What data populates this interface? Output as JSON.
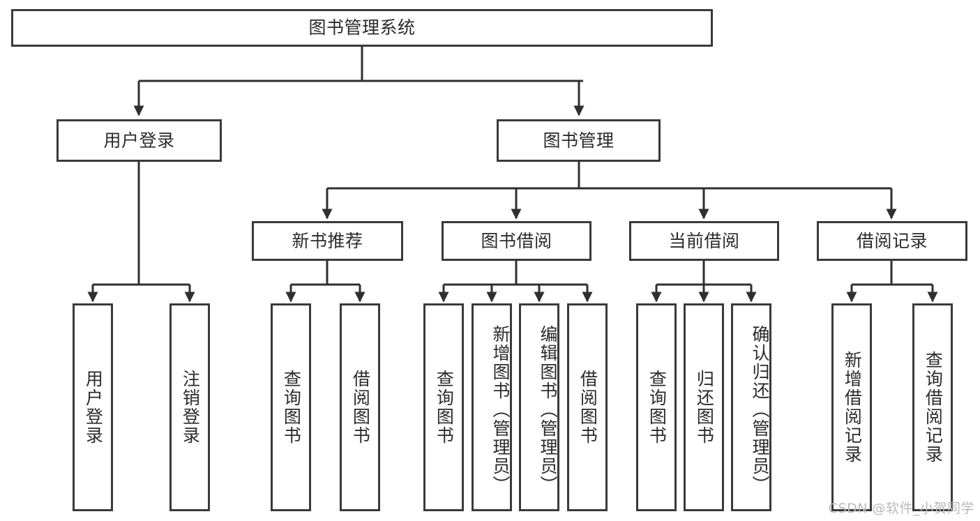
{
  "diagram": {
    "title": "图书管理系统",
    "type": "tree",
    "watermark": "CSDN @软件_小贺同学",
    "colors": {
      "box_border": "#3a3a3a",
      "box_fill": "#ffffff",
      "connector": "#2f2f2f",
      "text": "#2b2b2b",
      "watermark": "#b9b9b9",
      "background": "#ffffff"
    },
    "root": {
      "label": "图书管理系统",
      "orientation": "horizontal"
    },
    "level2": [
      {
        "label": "用户登录",
        "orientation": "horizontal"
      },
      {
        "label": "图书管理",
        "orientation": "horizontal"
      }
    ],
    "level3": [
      {
        "label": "新书推荐",
        "orientation": "horizontal",
        "parent": "图书管理"
      },
      {
        "label": "图书借阅",
        "orientation": "horizontal",
        "parent": "图书管理"
      },
      {
        "label": "当前借阅",
        "orientation": "horizontal",
        "parent": "图书管理"
      },
      {
        "label": "借阅记录",
        "orientation": "horizontal",
        "parent": "图书管理"
      }
    ],
    "leaves": {
      "user_login": [
        {
          "label": "用户登录",
          "orientation": "vertical"
        },
        {
          "label": "注销登录",
          "orientation": "vertical"
        }
      ],
      "new_book_recommend": [
        {
          "label": "查询图书",
          "orientation": "vertical"
        },
        {
          "label": "借阅图书",
          "orientation": "vertical"
        }
      ],
      "book_borrow": [
        {
          "label": "查询图书",
          "orientation": "vertical"
        },
        {
          "label": "新增图书（管理员）",
          "orientation": "vertical"
        },
        {
          "label": "编辑图书（管理员）",
          "orientation": "vertical"
        },
        {
          "label": "借阅图书",
          "orientation": "vertical"
        }
      ],
      "current_borrow": [
        {
          "label": "查询图书",
          "orientation": "vertical"
        },
        {
          "label": "归还图书",
          "orientation": "vertical"
        },
        {
          "label": "确认归还（管理员）",
          "orientation": "vertical"
        }
      ],
      "borrow_record": [
        {
          "label": "新增借阅记录",
          "orientation": "vertical"
        },
        {
          "label": "查询借阅记录",
          "orientation": "vertical"
        }
      ]
    }
  }
}
